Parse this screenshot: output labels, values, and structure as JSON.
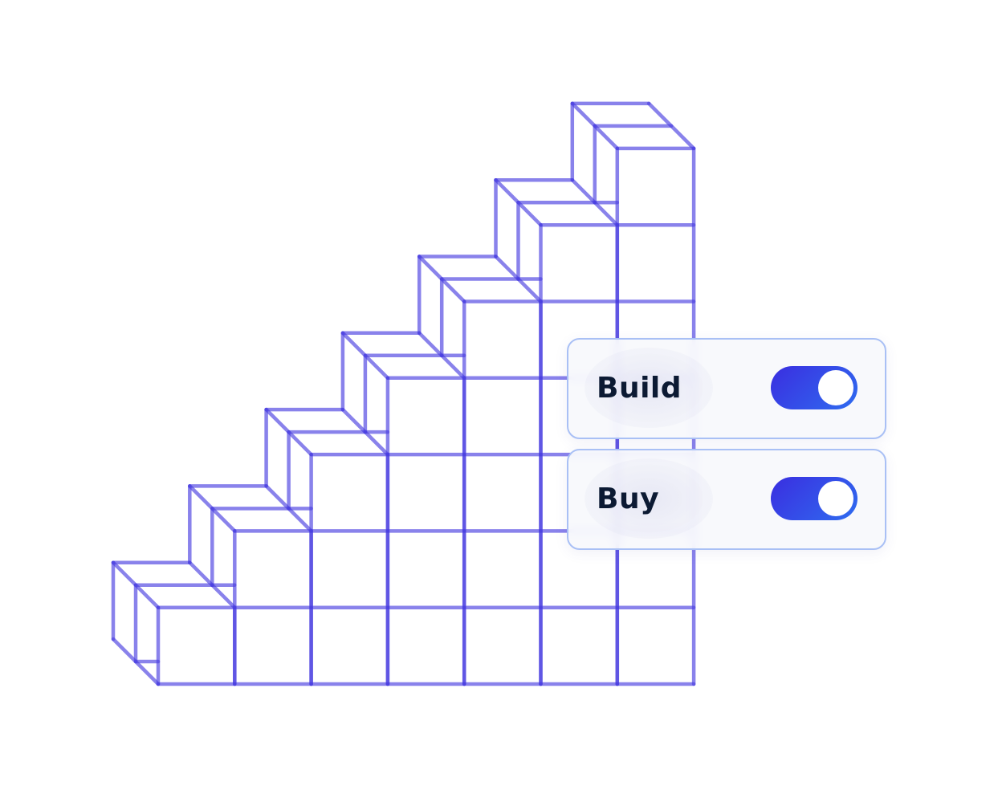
{
  "illustration": {
    "name": "staircase-cubes",
    "columns": 7,
    "line_color": "#4a3fe0"
  },
  "toggles": [
    {
      "label": "Build",
      "on": true
    },
    {
      "label": "Buy",
      "on": true
    }
  ],
  "colors": {
    "toggle_start": "#3a2ee0",
    "toggle_end": "#2f6cf0",
    "card_border": "#a9c0f5",
    "label": "#0c1a33"
  }
}
